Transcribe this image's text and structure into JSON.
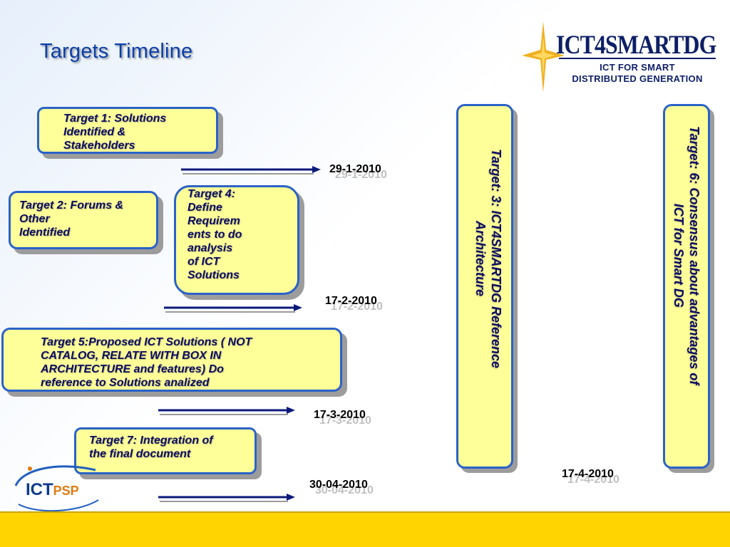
{
  "slide": {
    "title": "Targets Timeline",
    "logo_top": {
      "brand": "ICT4SMARTDG",
      "subtitle_line1": "ICT FOR SMART",
      "subtitle_line2": "DISTRIBUTED GENERATION"
    },
    "logo_bottom": {
      "brand_a": "ICT",
      "brand_b": "PSP"
    },
    "targets": [
      {
        "label": "Target 1: Solutions\n     Identified &\n     Stakeholders"
      },
      {
        "label": "Target 2: Forums &\n        Other\n      Identified"
      },
      {
        "label": "Target 4:\n     Define\n     Requirem\n     ents to do\n     analysis\n     of ICT\n     Solutions"
      },
      {
        "label": "Target 5:Proposed ICT Solutions ( NOT\n   CATALOG, RELATE WITH BOX IN\n   ARCHITECTURE and features) Do\n   reference to Solutions analized"
      },
      {
        "label": "Target 7: Integration of\n      the final document"
      }
    ],
    "vertical_targets": [
      {
        "line1": "Target: 3: ICT4SMARTDG Reference",
        "line2": "Architecture"
      },
      {
        "line1": "Target: 6: Consensus about advantages of",
        "line2": "ICT for Smart DG"
      }
    ],
    "dates": [
      "29-1-2010",
      "17-2-2010",
      "17-3-2010",
      "30-04-2010",
      "17-4-2010"
    ],
    "colors": {
      "box_fill": "#ffff99",
      "box_border": "#2a62c9",
      "title": "#0b3ea8",
      "footer": "#ffd400",
      "arrow": "#0b1a7a"
    }
  }
}
